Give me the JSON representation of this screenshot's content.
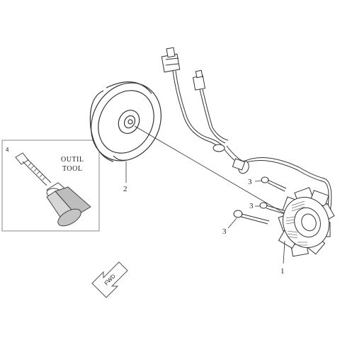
{
  "callouts": {
    "stator": "1",
    "flywheel": "2",
    "bolt_upper": "3",
    "bolt_lower": "3",
    "tool": "4"
  },
  "tool_box": {
    "label_line1": "OUTIL",
    "label_line2": "TOOL"
  },
  "direction_arrow": {
    "label": "FWD"
  },
  "colors": {
    "line": "#333333",
    "tool_fill": "#cccccc",
    "box_border": "#888888"
  }
}
